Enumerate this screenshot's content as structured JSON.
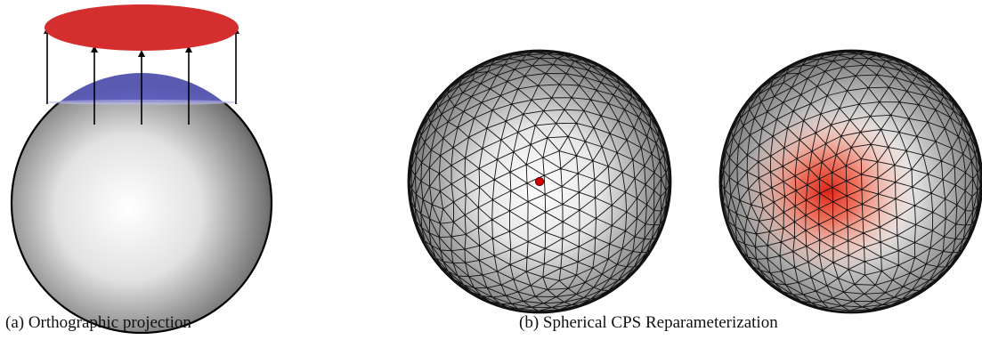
{
  "captions": {
    "a": "(a)  Orthographic projection",
    "b": "(b)  Spherical CPS Reparameterization"
  },
  "panels": [
    {
      "id": "a",
      "content": "sphere-with-orthographic-projection-to-disk"
    },
    {
      "id": "b",
      "content": "two-triangulated-spheres"
    }
  ],
  "colors": {
    "disk": "#d42e2e",
    "cap": "#7d7df5",
    "sphere_light": "#ffffff",
    "sphere_dark": "#3a3a3a",
    "mesh_line": "#111111",
    "marker": "#d00000",
    "heat": "#e02010"
  }
}
